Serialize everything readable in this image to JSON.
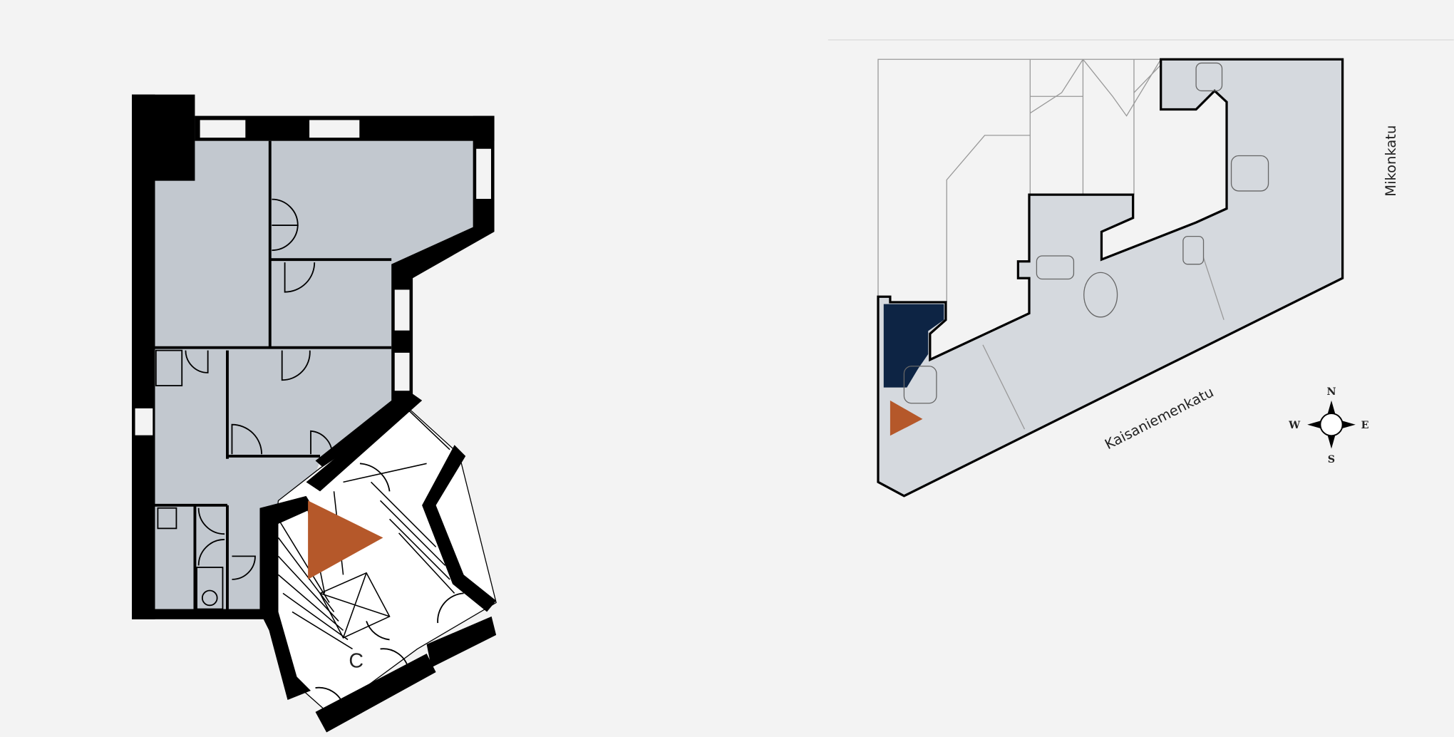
{
  "floor_plan": {
    "stairwell_label": "C",
    "marker_color": "#b5582a",
    "room_color": "#c2c8cf"
  },
  "site_plan": {
    "streets": [
      "Kaisaniemenkatu",
      "Mikonkatu"
    ],
    "compass": {
      "north": "N",
      "south": "S",
      "west": "W",
      "east": "E"
    },
    "highlight_color": "#0d2444",
    "marker_color": "#b5582a"
  }
}
